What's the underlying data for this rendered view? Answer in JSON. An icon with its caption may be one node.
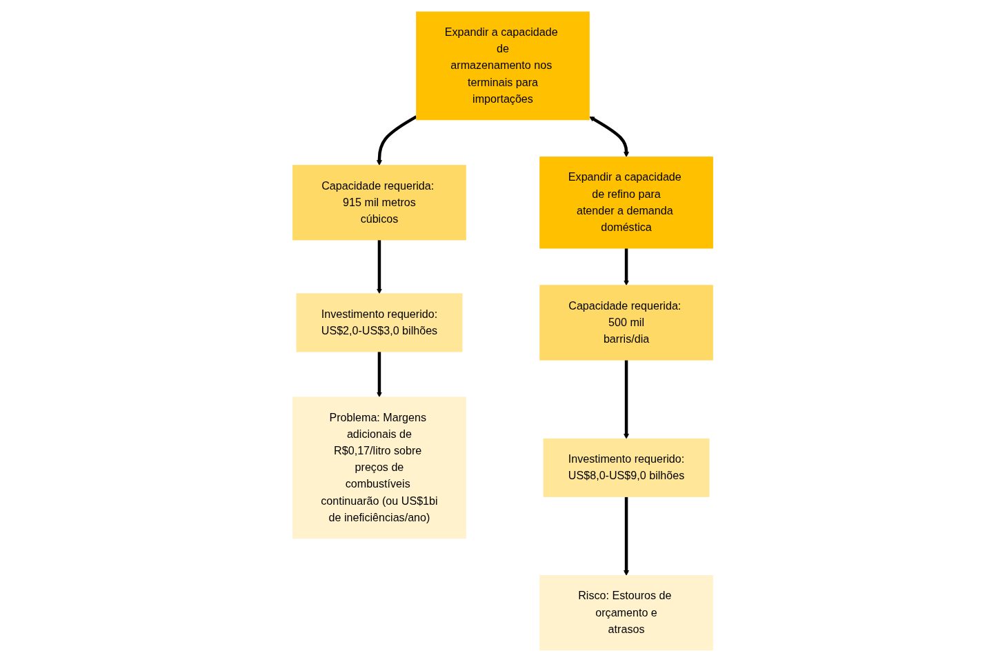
{
  "diagram": {
    "nodes": [
      {
        "text": [
          "Expandir a capacidade de armazenamento nos terminais para importações"
        ]
      },
      {
        "text": [
          "Capacidade requerida: 915 mil metros cúbicos"
        ]
      },
      {
        "text": [
          "Investimento requerido: US$2,0-US$3,0 bilhões"
        ]
      },
      {
        "text": [
          "Problema: Margens adicionais de R$0,17/litro sobre preços de combustíveis continuarão (ou US$1bi de ineficiências/ano)"
        ]
      },
      {
        "text": [
          "Expandir a capacidade de refino para atender a demanda doméstica"
        ]
      },
      {
        "text": [
          "Capacidade requerida: 500 mil barris/dia"
        ]
      },
      {
        "text": [
          "Investimento requerido: US$8,0-US$9,0 bilhões"
        ]
      },
      {
        "text": [
          "Risco: Estouros de orçamento e atrasos"
        ]
      }
    ],
    "edges": [
      {
        "from": 0,
        "to": 4,
        "arrow": "both"
      },
      {
        "from": 0,
        "to": 1,
        "arrow": "to"
      },
      {
        "from": 1,
        "to": 2,
        "arrow": "to"
      },
      {
        "from": 2,
        "to": 3,
        "arrow": "to"
      },
      {
        "from": 4,
        "to": 5,
        "arrow": "to"
      },
      {
        "from": 5,
        "to": 6,
        "arrow": "to"
      },
      {
        "from": 6,
        "to": 7,
        "arrow": "to"
      }
    ]
  }
}
